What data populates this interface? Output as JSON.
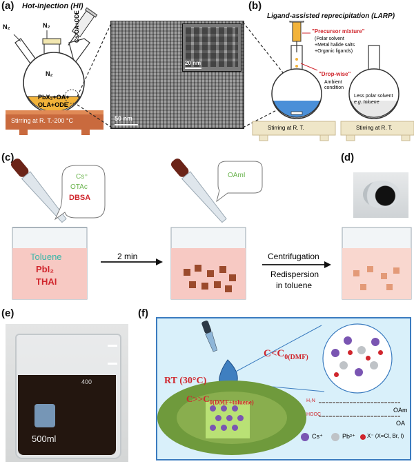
{
  "panels": {
    "a": {
      "label": "(a)",
      "title": "Hot-injection (HI)",
      "n2_left": "N₂",
      "n2_top": "N₂",
      "n2_inside": "N₂",
      "syringe_label": "Cs-OA+ODE",
      "flask_contents": [
        "PbX₂+OA+",
        "OLA+ODE"
      ],
      "heater_label": "Stirring at R. T.-200 °C",
      "tem_scale": "50 nm",
      "tem_inset_scale": "20 nm"
    },
    "b": {
      "label": "(b)",
      "title": "Ligand-assisted reprecipitation (LARP)",
      "precursor_title": "\"Precursor mixture\"",
      "precursor_items": [
        "(Polar solvent",
        "+Metal halide salts",
        "+Organic ligands)"
      ],
      "drop_wise": "\"Drop-wise\"",
      "ambient": [
        "Ambient",
        "condition"
      ],
      "less_polar": [
        "Less polar solvent",
        "e.g. toluene"
      ],
      "stir_left": "Stirring at R. T.",
      "stir_right": "Stirring at R. T."
    },
    "c": {
      "label": "(c)",
      "bubble1": [
        "Cs⁺",
        "OTAc",
        "DBSA"
      ],
      "beaker1": [
        "Toluene",
        "PbI₂",
        "THAI"
      ],
      "arrow1": "2 min",
      "bubble2": "OAmI",
      "arrow2": [
        "Centrifugation",
        "Redispersion",
        "in toluene"
      ]
    },
    "d": {
      "label": "(d)"
    },
    "e": {
      "label": "(e)",
      "beaker_volume": "500ml",
      "beaker_mark": "400"
    },
    "f": {
      "label": "(f)",
      "c_less": "C<C",
      "c_less_sub": "0(DMF)",
      "rt": "RT (30°C)",
      "c_greater": "C>>C",
      "c_greater_sub": "0(DMF+toluene)",
      "oam": "OAm",
      "oa": "OA",
      "h2n": "H₂N",
      "hooc": "HOOC",
      "legend_cs": "Cs⁺",
      "legend_pb": "Pb²⁺",
      "legend_x": "X⁻ (X=Cl, Br, I)"
    }
  },
  "colors": {
    "heater": "#c96a3e",
    "flask_yellow": "#f2b33a",
    "blue_solution": "#4a8fd8",
    "pink_solution": "#f7c9c3",
    "cube": "#9b4a2c",
    "panel_f_bg": "#d9f0fa",
    "panel_f_border": "#3a7bbf",
    "red_text": "#d0262d",
    "green_text": "#69b34c"
  }
}
